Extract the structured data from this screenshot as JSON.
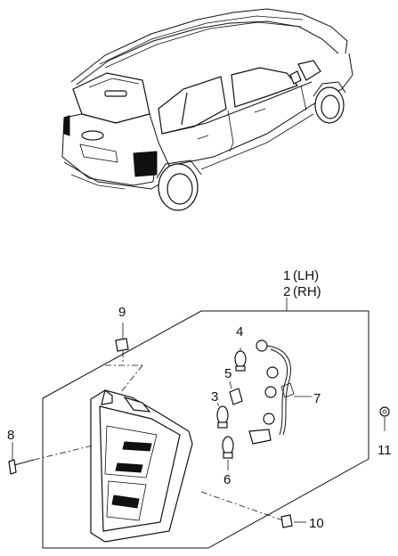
{
  "callouts": {
    "c1": "1",
    "c1_side": "(LH)",
    "c2": "2",
    "c2_side": "(RH)",
    "c3": "3",
    "c4": "4",
    "c5": "5",
    "c6": "6",
    "c7": "7",
    "c8": "8",
    "c9": "9",
    "c10": "10",
    "c11": "11"
  }
}
